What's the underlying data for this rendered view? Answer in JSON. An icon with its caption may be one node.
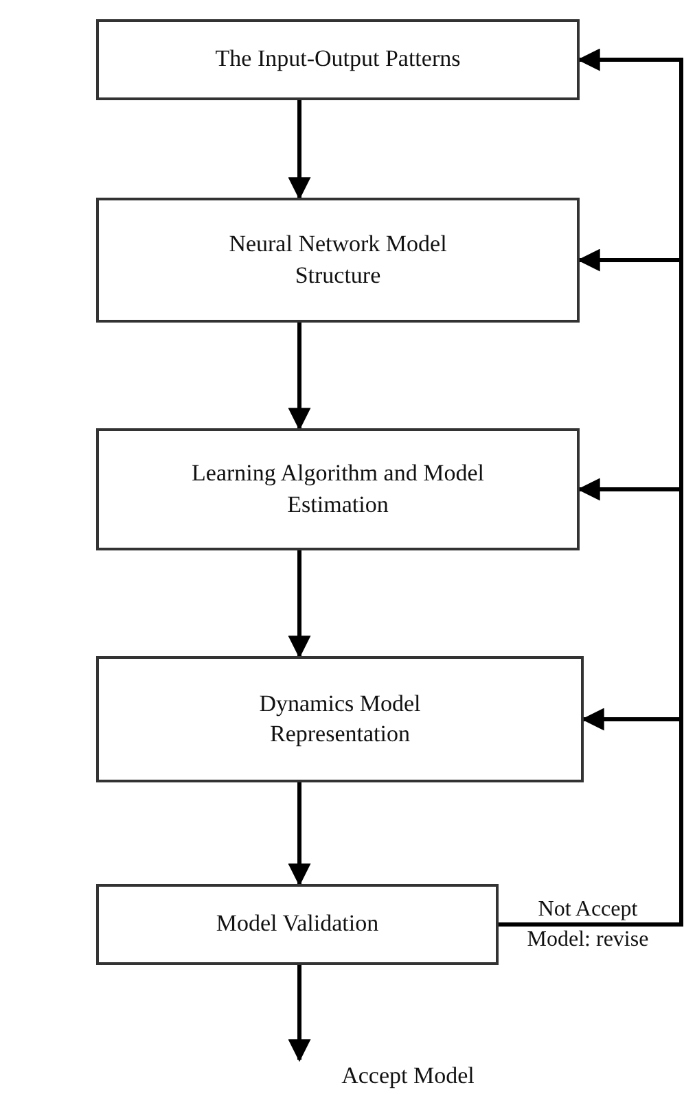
{
  "diagram": {
    "nodes": [
      {
        "text": [
          "The Input-Output Patterns"
        ]
      },
      {
        "text": [
          "Neural Network Model Structure"
        ]
      },
      {
        "text": [
          "Learning Algorithm and Model Estimation"
        ]
      },
      {
        "text": [
          "Dynamics Model Representation"
        ]
      },
      {
        "text": [
          "Model Validation"
        ]
      },
      {
        "text": [
          "Accept Model"
        ]
      }
    ],
    "edges": [
      {
        "from": 0,
        "to": 1,
        "arrow": "to"
      },
      {
        "from": 1,
        "to": 2,
        "arrow": "to"
      },
      {
        "from": 2,
        "to": 3,
        "arrow": "to"
      },
      {
        "from": 3,
        "to": 4,
        "arrow": "to"
      },
      {
        "from": 4,
        "to": 5,
        "arrow": "to"
      },
      {
        "from": 4,
        "to": 0,
        "arrow": "to",
        "label": "Not Accept Model: revise"
      },
      {
        "from": 4,
        "to": 1,
        "arrow": "to"
      },
      {
        "from": 4,
        "to": 2,
        "arrow": "to"
      },
      {
        "from": 4,
        "to": 3,
        "arrow": "to"
      }
    ]
  }
}
